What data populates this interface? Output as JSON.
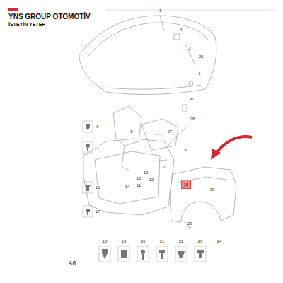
{
  "diagram": {
    "title": "YNS GROUP OTOMOTİV",
    "nodes": [
      {
        "text": [
          "15"
        ]
      }
    ],
    "labels": [
      "İSTEYİN YETER",
      "5",
      "4",
      "3",
      "25",
      "1",
      "26",
      "6",
      "7",
      "28",
      "27",
      "8",
      "9",
      "13",
      "2",
      "10",
      "11",
      "12",
      "14",
      "19",
      "16",
      "17",
      "29",
      "18",
      "19",
      "20",
      "21",
      "22",
      "23",
      "24",
      "A6"
    ]
  }
}
